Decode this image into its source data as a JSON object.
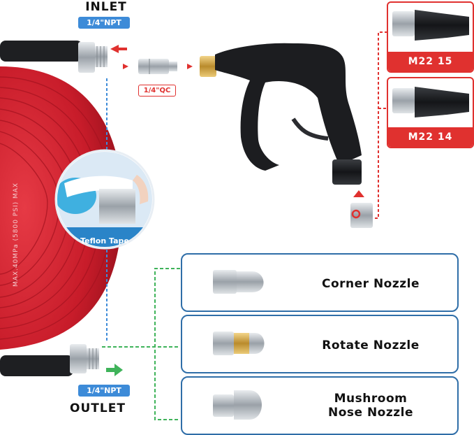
{
  "inlet": {
    "title": "INLET",
    "thread": "1/4\"NPT"
  },
  "outlet": {
    "title": "OUTLET",
    "thread": "1/4\"NPT"
  },
  "qc": {
    "label": "1/4\"QC"
  },
  "m22": [
    {
      "label": "M22 15"
    },
    {
      "label": "M22 14"
    }
  ],
  "teflon": {
    "label": "Teflon Tape"
  },
  "hose": {
    "print": "MAX.40MPa (5800 PSI) MAX"
  },
  "nozzles": [
    {
      "label": "Corner Nozzle"
    },
    {
      "label": "Rotate Nozzle"
    },
    {
      "label_line1": "Mushroom",
      "label_line2": "Nose Nozzle"
    }
  ],
  "colors": {
    "red": "#e0312f",
    "blue": "#3d8bd8",
    "green": "#3fb35a",
    "hose": "#cc1d2b"
  }
}
